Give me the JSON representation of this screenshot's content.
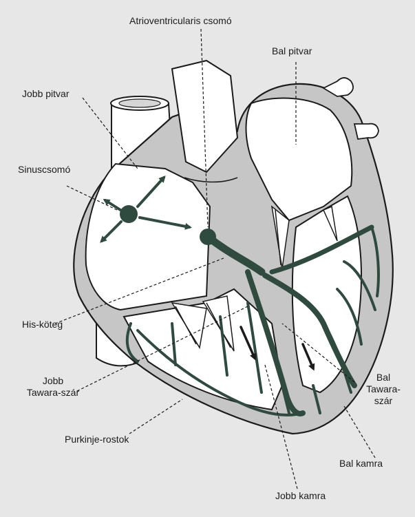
{
  "colors": {
    "background": "#e7e7e7",
    "wall_gray": "#c6c6c6",
    "chamber_white": "#ffffff",
    "conduction_green": "#2f4a3f",
    "outline": "#1b1b1b"
  },
  "labels": {
    "av_node": "Atrioventricularis csomó",
    "left_atrium": "Bal pitvar",
    "right_atrium": "Jobb pitvar",
    "sinus_node": "Sinuscsomó",
    "his_bundle": "His-köteg",
    "right_bundle": [
      "Jobb",
      "Tawara-szár"
    ],
    "left_bundle": [
      "Bal",
      "Tawara-",
      "szár"
    ],
    "purkinje": "Purkinje-rostok",
    "left_ventricle": "Bal kamra",
    "right_ventricle": "Jobb kamra"
  }
}
